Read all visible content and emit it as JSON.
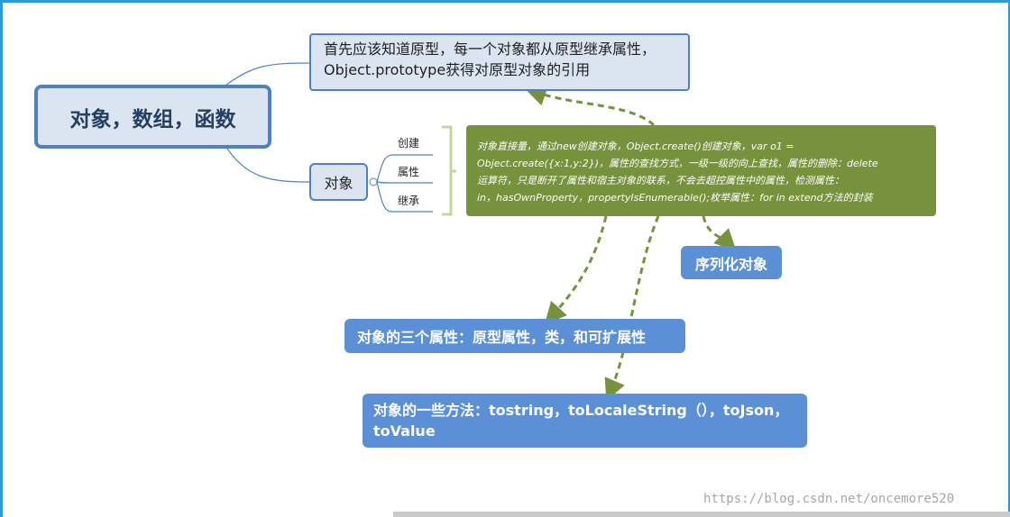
{
  "root": {
    "label": "对象，数组，函数"
  },
  "prototype_node": {
    "line1": "首先应该知道原型，每一个对象都从原型继承属性，",
    "line2": "Object.prototype获得对原型对象的引用"
  },
  "object_node": {
    "label": "对象",
    "children": [
      "创建",
      "属性",
      "继承"
    ]
  },
  "details_node": {
    "lines": [
      "对象直接量，通过new创建对象，Object.create()创建对象，var  o1 =",
      "Object.create({x:1,y:2})，属性的查找方式，一级一级的向上查找，属性的删除：delete",
      "运算符，只是断开了属性和宿主对象的联系，不会去超控属性中的属性，检测属性：",
      "in，hasOwnProperty，propertyIsEnumerable();枚举属性：for in   extend方法的封装"
    ]
  },
  "serialize_node": {
    "label": "序列化对象"
  },
  "three_attrs_node": {
    "label": "对象的三个属性：原型属性，类，和可扩展性"
  },
  "methods_node": {
    "line1": "对象的一些方法：tostring，toLocaleString（），toJson，",
    "line2": "toValue"
  },
  "watermark": "https://blog.csdn.net/oncemore520",
  "colors": {
    "frame": "#2b9bd8",
    "root_fill": "#dbe5f1",
    "root_border": "#4f81bd",
    "green": "#76923c",
    "dashed_arrow": "#76923c",
    "blue_box": "#5b8fd6",
    "bracket": "#c3d69b"
  }
}
